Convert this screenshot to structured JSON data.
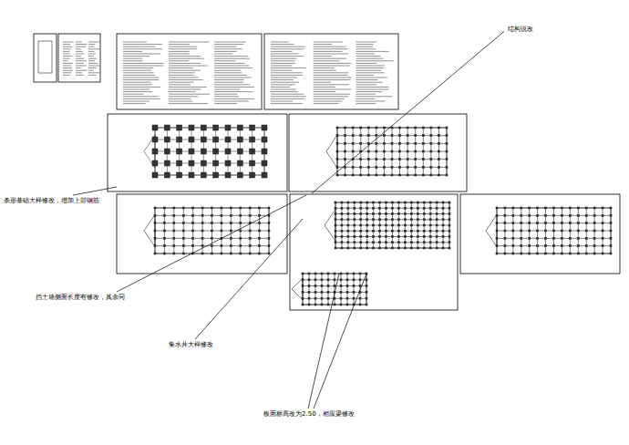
{
  "diagram": {
    "labels": [
      "结构说改",
      "条形基础大样修改，增加上部钢筋",
      "挡土墙侧面长度有修改，其余同",
      "集水井大样修改",
      "板面标高改为2.50，相应梁修改"
    ]
  }
}
